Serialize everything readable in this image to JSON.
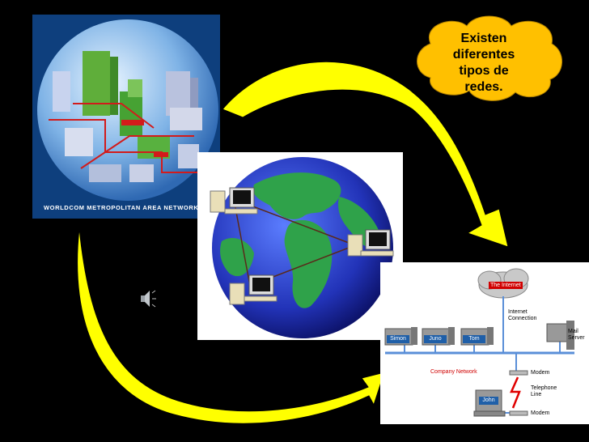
{
  "callout": {
    "text_lines": [
      "Existen",
      "diferentes",
      "tipos de",
      "redes."
    ]
  },
  "metro_image": {
    "banner": "WORLDCOM METROPOLITAN AREA NETWORKS"
  },
  "network_diagram": {
    "internet_label": "The Internet",
    "internet_connection": [
      "Internet",
      "Connection"
    ],
    "mail_server": [
      "Mail",
      "Server"
    ],
    "company_network": "Company Network",
    "modem_1": "Modem",
    "modem_2": "Modem",
    "telephone_line": [
      "Telephone",
      "Line"
    ],
    "computers": [
      "Simon",
      "Juno",
      "Tom",
      "John"
    ]
  },
  "colors": {
    "background": "#000000",
    "arrow": "#ffff00",
    "callout": "#ffc000",
    "network_red": "#d00000"
  }
}
